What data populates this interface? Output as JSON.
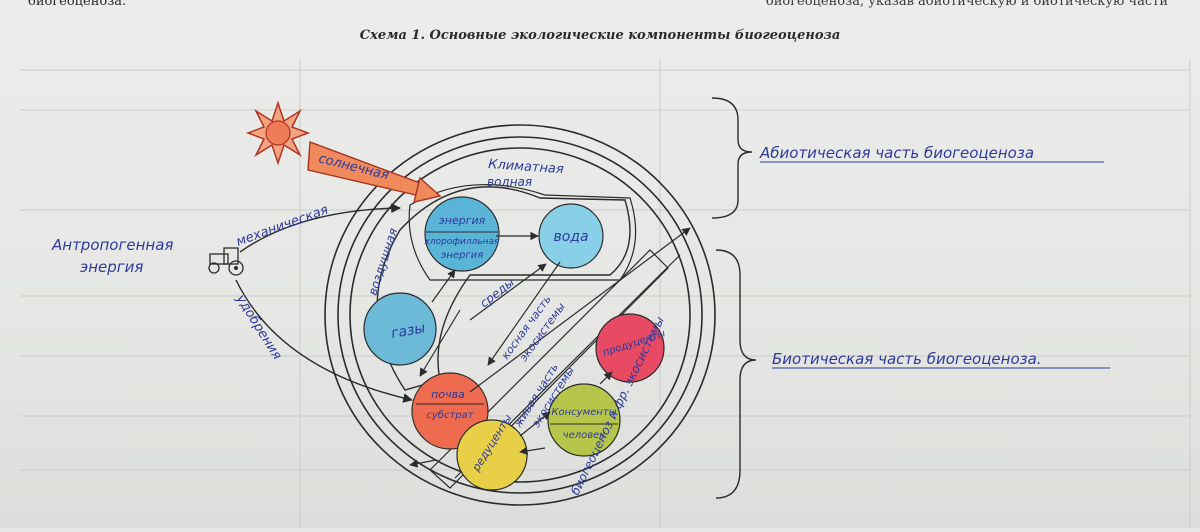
{
  "page": {
    "top_fragment_left": "биогеоценоза.",
    "top_fragment_right": "биогеоценоза, указав абиотическую и биотическую части",
    "caption": "Схема 1.  Основные экологические компоненты биогеоценоза"
  },
  "diagram": {
    "sun_label": "солнечная",
    "climate_label": "Климатная",
    "water_env_label": "водная",
    "energy_label": "энергия",
    "energy_label2": "хлорофилльная",
    "energy_label3": "энергия",
    "water_label": "вода",
    "air_label": "воздушная",
    "gases_label": "газы",
    "environment_label": "среды",
    "abiotic_bracket_label": "Абиотическая часть биогеоценоза",
    "biotic_bracket_label": "Биотическая часть биогеоценоза.",
    "anthropogenic_label1": "Антропогенная",
    "anthropogenic_label2": "энергия",
    "mechanical_label": "механическая",
    "fertilizer_label": "удобрения",
    "inert_part_label": "косная часть",
    "inert_part_label2": "экосистемы",
    "living_part_label": "живая часть",
    "living_part_label2": "экосистемы",
    "producers_label": "продуценты",
    "soil_label1": "почва",
    "soil_label2": "субстрат",
    "reducers_label": "редуценты",
    "consumers_label1": "Консументы",
    "consumers_label2": "человек",
    "biogeocenosis_label": "биогеоценоз и фр. экосистемы",
    "colors": {
      "sun": "#e2553a",
      "beam": "#f28a5c",
      "energy_circle": "#5ab4d8",
      "water_circle": "#88d0e8",
      "gases_circle": "#6cb9d8",
      "soil_circle": "#ee6b4f",
      "reducers_circle": "#e8cf48",
      "consumers_circle": "#b6c64a",
      "producers_circle": "#e84a64",
      "ink": "#2d3a9a",
      "line": "#2b2b2b"
    }
  }
}
